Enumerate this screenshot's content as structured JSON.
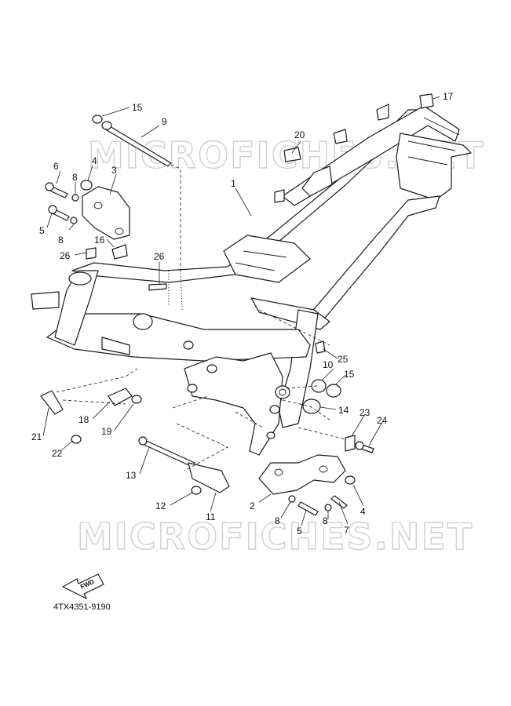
{
  "watermarks": [
    "MICROFICHES.NET",
    "MICROFICHES.NET"
  ],
  "fwd_label": "FWD",
  "diagram_code": "4TX4351-9190",
  "callouts": {
    "c1": "1",
    "c2": "2",
    "c3": "3",
    "c4a": "4",
    "c4b": "4",
    "c5a": "5",
    "c5b": "5",
    "c6": "6",
    "c7": "7",
    "c8a": "8",
    "c8b": "8",
    "c8c": "8",
    "c8d": "8",
    "c9": "9",
    "c10": "10",
    "c11": "11",
    "c12": "12",
    "c13": "13",
    "c14": "14",
    "c15a": "15",
    "c15b": "15",
    "c16": "16",
    "c17": "17",
    "c18": "18",
    "c19": "19",
    "c20": "20",
    "c21": "21",
    "c22": "22",
    "c23": "23",
    "c24": "24",
    "c25": "25",
    "c26a": "26",
    "c26b": "26"
  }
}
